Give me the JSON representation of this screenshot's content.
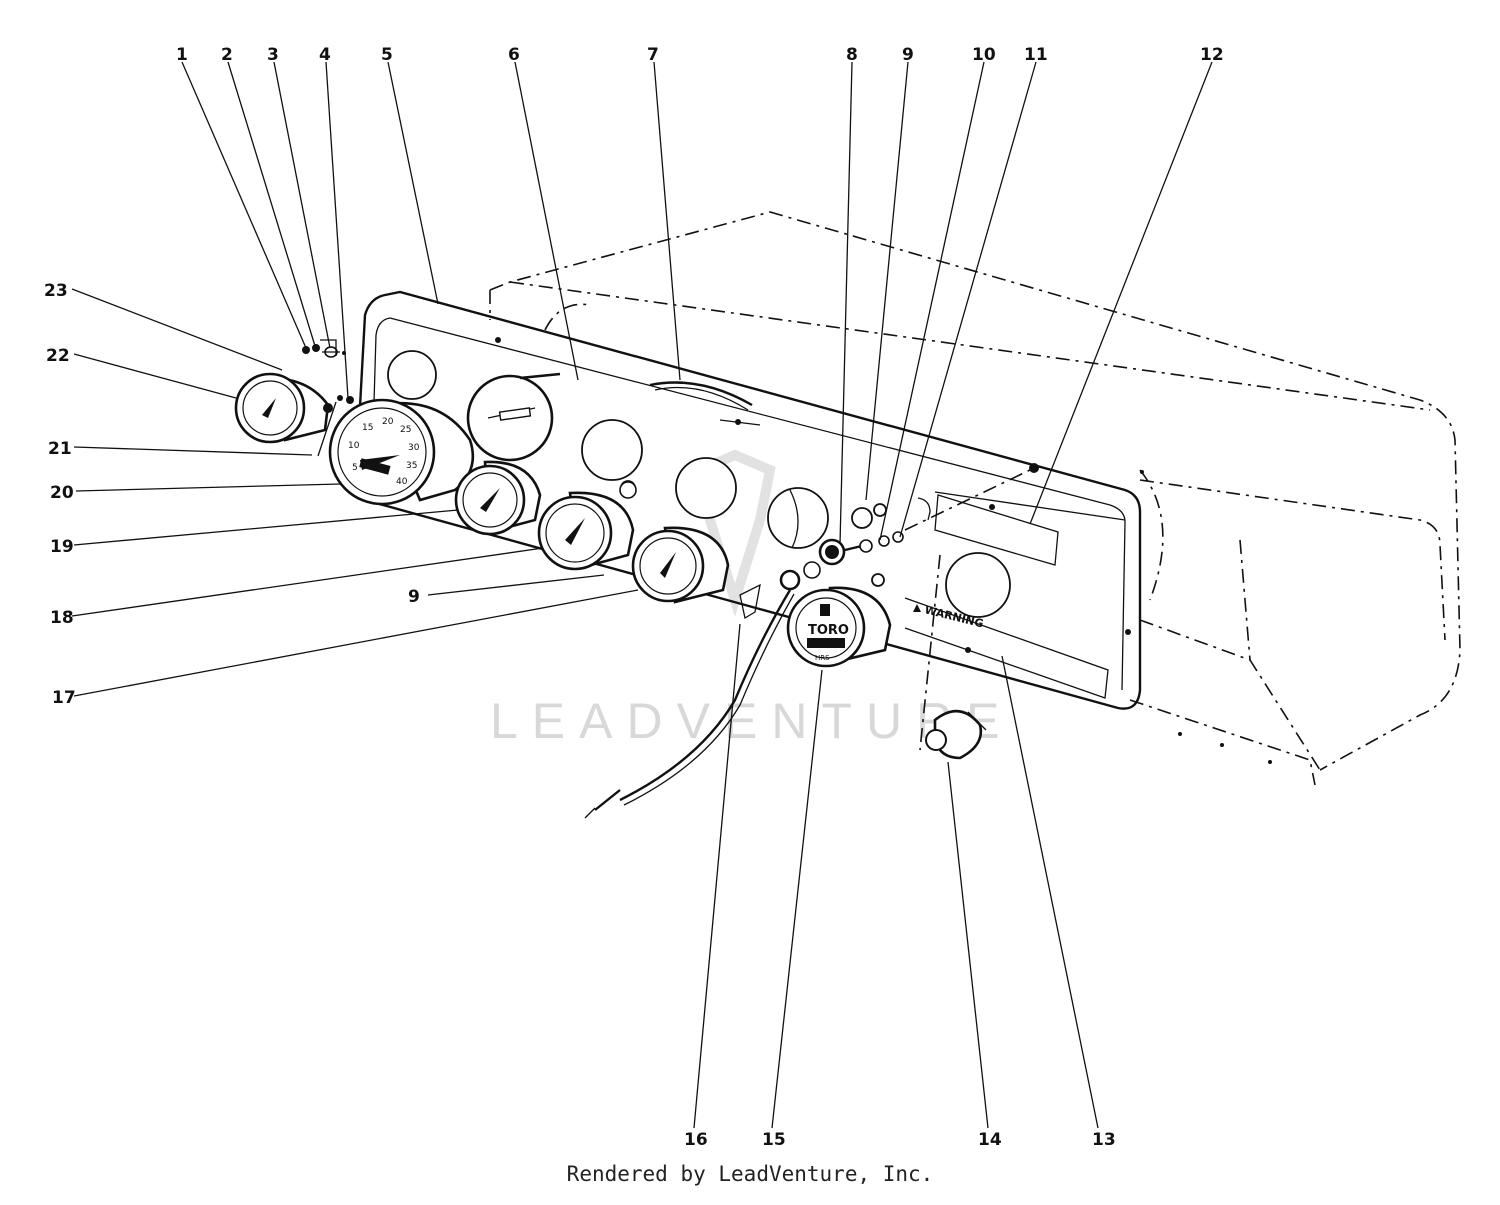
{
  "watermark": "LEADVENTURE",
  "footer": "Rendered by LeadVenture, Inc.",
  "panel": {
    "warning_label": "WARNING",
    "hourmeter_text": [
      "TORO",
      "HRS"
    ],
    "speedometer_ticks": [
      "5",
      "10",
      "15",
      "20",
      "25",
      "30",
      "35",
      "40"
    ]
  },
  "callouts": [
    {
      "id": "c1",
      "label": "1"
    },
    {
      "id": "c2",
      "label": "2"
    },
    {
      "id": "c3",
      "label": "3"
    },
    {
      "id": "c4",
      "label": "4"
    },
    {
      "id": "c5",
      "label": "5"
    },
    {
      "id": "c6",
      "label": "6"
    },
    {
      "id": "c7",
      "label": "7"
    },
    {
      "id": "c8",
      "label": "8"
    },
    {
      "id": "c9a",
      "label": "9"
    },
    {
      "id": "c10",
      "label": "10"
    },
    {
      "id": "c11",
      "label": "11"
    },
    {
      "id": "c12",
      "label": "12"
    },
    {
      "id": "c13",
      "label": "13"
    },
    {
      "id": "c14",
      "label": "14"
    },
    {
      "id": "c15",
      "label": "15"
    },
    {
      "id": "c16",
      "label": "16"
    },
    {
      "id": "c17",
      "label": "17"
    },
    {
      "id": "c18",
      "label": "18"
    },
    {
      "id": "c9b",
      "label": "9"
    },
    {
      "id": "c19",
      "label": "19"
    },
    {
      "id": "c20",
      "label": "20"
    },
    {
      "id": "c21",
      "label": "21"
    },
    {
      "id": "c22",
      "label": "22"
    },
    {
      "id": "c23",
      "label": "23"
    }
  ]
}
